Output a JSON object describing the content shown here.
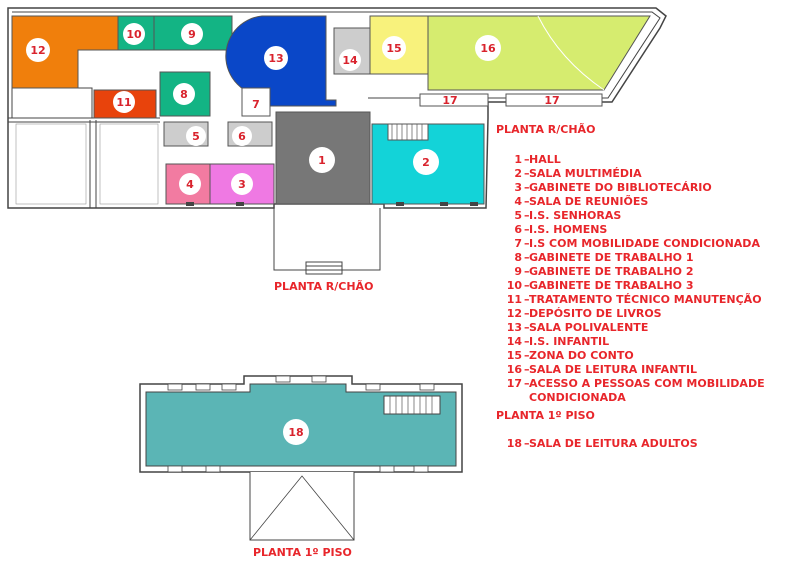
{
  "colors": {
    "wall": "#444444",
    "room_outline": "#555555",
    "label_circle": "#ffffff",
    "label_text": "#d9232d",
    "legend_text": "#e8262b",
    "orange": "#f07f0c",
    "green_teal": "#13b484",
    "blue": "#0a47c8",
    "yellow": "#f8f27c",
    "lime": "#d6ec6f",
    "red_orange": "#e8430c",
    "grey": "#777777",
    "cyan": "#13d3d8",
    "pink": "#f27ba1",
    "magenta": "#ef79e3",
    "light_grey": "#cdcdcd",
    "teal_floor": "#5bb5b5"
  },
  "ground_floor": {
    "caption": "PLANTA R/CHÃO",
    "room_numbers": [
      "1",
      "2",
      "3",
      "4",
      "5",
      "6",
      "7",
      "8",
      "9",
      "10",
      "11",
      "12",
      "13",
      "14",
      "15",
      "16",
      "17",
      "17"
    ]
  },
  "first_floor": {
    "caption": "PLANTA 1º PISO",
    "room_numbers": [
      "18"
    ]
  },
  "legend": {
    "ground_heading": "PLANTA R/CHÃO",
    "ground_items": [
      {
        "num": "1",
        "text": "HALL"
      },
      {
        "num": "2",
        "text": "SALA MULTIMÉDIA"
      },
      {
        "num": "3",
        "text": "GABINETE DO BIBLIOTECÁRIO"
      },
      {
        "num": "4",
        "text": "SALA DE REUNIÕES"
      },
      {
        "num": "5",
        "text": "I.S. SENHORAS"
      },
      {
        "num": "6",
        "text": "I.S. HOMENS"
      },
      {
        "num": "7",
        "text": "I.S COM MOBILIDADE CONDICIONADA"
      },
      {
        "num": "8",
        "text": "GABINETE DE TRABALHO 1"
      },
      {
        "num": "9",
        "text": "GABINETE DE TRABALHO 2"
      },
      {
        "num": "10",
        "text": "GABINETE DE TRABALHO 3"
      },
      {
        "num": "11",
        "text": "TRATAMENTO TÉCNICO MANUTENÇÃO"
      },
      {
        "num": "12",
        "text": "DEPÓSITO DE LIVROS"
      },
      {
        "num": "13",
        "text": "SALA POLIVALENTE"
      },
      {
        "num": "14",
        "text": "I.S. INFANTIL"
      },
      {
        "num": "15",
        "text": "ZONA DO CONTO"
      },
      {
        "num": "16",
        "text": "SALA DE LEITURA INFANTIL"
      },
      {
        "num": "17",
        "text": "ACESSO A PESSOAS COM MOBILIDADE CONDICIONADA"
      }
    ],
    "first_heading": "PLANTA 1º PISO",
    "first_items": [
      {
        "num": "18",
        "text": "SALA DE LEITURA ADULTOS"
      }
    ]
  }
}
